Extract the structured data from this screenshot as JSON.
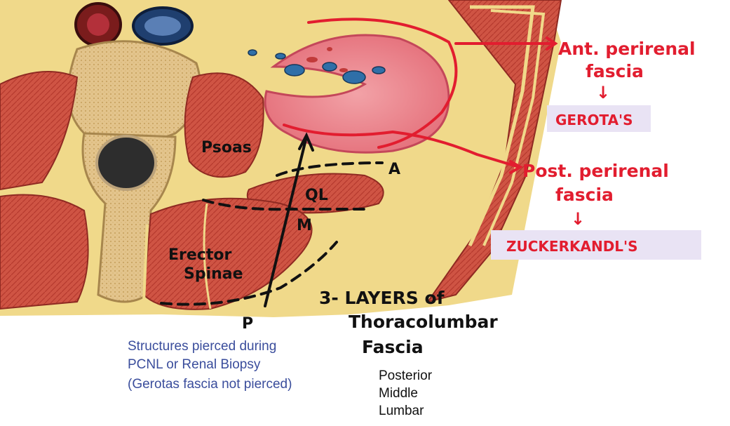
{
  "labels": {
    "psoas": "Psoas",
    "erector_line1": "Erector",
    "erector_line2": "Spinae",
    "ql": "QL",
    "m": "M",
    "a": "A",
    "p": "P"
  },
  "annotations": {
    "anterior_fascia_line1": "Ant. perirenal",
    "anterior_fascia_line2": "fascia",
    "anterior_eponym": "GEROTA'S",
    "posterior_fascia_line1": "Post. perirenal",
    "posterior_fascia_line2": "fascia",
    "posterior_eponym": "ZUCKERKANDL'S",
    "arrow_down": "↓"
  },
  "heading": {
    "line1": "3- LAYERS of",
    "line2": "Thoracolumbar",
    "line3": "Fascia"
  },
  "layers": [
    "Posterior",
    "Middle",
    "Lumbar"
  ],
  "caption": {
    "line1": "Structures pierced during",
    "line2": "PCNL or Renal Biopsy",
    "line3": "(Gerotas fascia not pierced)"
  },
  "colors": {
    "annotation_red": "#e21d2f",
    "muscle": "#c9463a",
    "fat": "#f0d98a",
    "kidney": "#e8828a",
    "caption_blue": "#3a4d9c"
  }
}
